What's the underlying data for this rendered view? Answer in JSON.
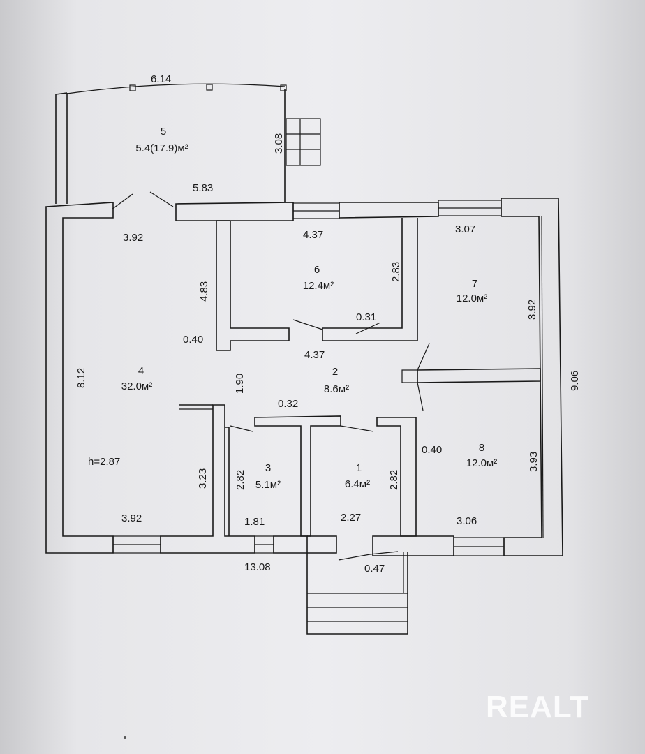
{
  "rooms": [
    {
      "id": "5",
      "num": "5",
      "area": "5.4(17.9)м²"
    },
    {
      "id": "6",
      "num": "6",
      "area": "12.4м²"
    },
    {
      "id": "7",
      "num": "7",
      "area": "12.0м²"
    },
    {
      "id": "4",
      "num": "4",
      "area": "32.0м²"
    },
    {
      "id": "2",
      "num": "2",
      "area": "8.6м²"
    },
    {
      "id": "3",
      "num": "3",
      "area": "5.1м²"
    },
    {
      "id": "1",
      "num": "1",
      "area": "6.4м²"
    },
    {
      "id": "8",
      "num": "8",
      "area": "12.0м²"
    }
  ],
  "dimensions": {
    "terrace_width": "6.14",
    "terrace_depth": "3.08",
    "terrace_inner": "5.83",
    "room4_top": "3.92",
    "room4_bottom": "3.92",
    "room4_left": "8.12",
    "room6_top": "4.37",
    "room6_right": "2.83",
    "room6_door": "0.31",
    "room7_top": "3.07",
    "room7_right": "3.92",
    "wall_left_4": "4.83",
    "wall_thick": "0.40",
    "hall_top": "4.37",
    "hall_left": "1.90",
    "hall_wall": "0.32",
    "overall_right": "9.06",
    "room8_wall": "0.40",
    "room8_right": "3.93",
    "room8_bottom": "3.06",
    "room4_inner": "3.23",
    "room3_left": "2.82",
    "room3_bottom": "1.81",
    "room1_right": "2.82",
    "room1_bottom": "2.27",
    "overall_bottom": "13.08",
    "entry_wall": "0.47"
  },
  "ceiling_height": "h=2.87",
  "watermark": "REALT"
}
